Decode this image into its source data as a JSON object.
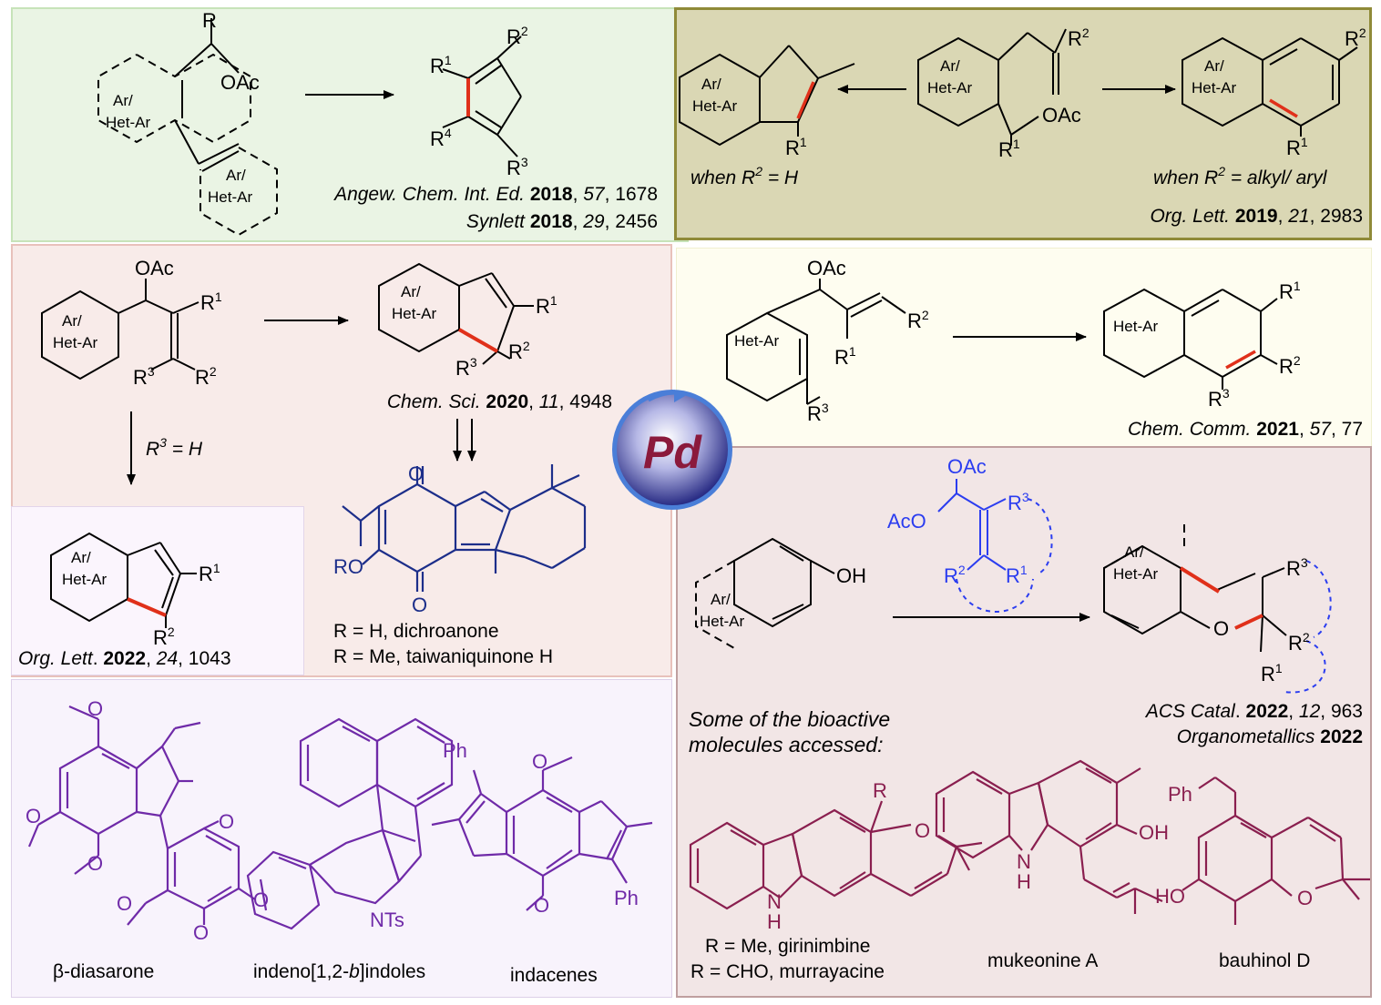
{
  "center": {
    "metal": "Pd"
  },
  "labels": {
    "ar_het_top": "Ar/",
    "ar_het_bottom": "Het-Ar",
    "het_ar": "Het-Ar",
    "oac": "OAc",
    "aco": "AcO",
    "oh": "OH",
    "ro": "RO",
    "o": "O",
    "h": "H",
    "nts": "NTs",
    "ph": "Ph",
    "r": "R",
    "r_num": "R",
    "sup1": "1",
    "sup2": "2",
    "sup3": "3",
    "sup4": "4"
  },
  "panels": {
    "green": {
      "ref1_journal": "Angew. Chem. Int. Ed.",
      "ref1_year": "2018",
      "ref1_vol": "57",
      "ref1_page": ", 1678",
      "ref2_journal": "Synlett",
      "ref2_year": "2018",
      "ref2_vol": "29",
      "ref2_page": ", 2456"
    },
    "olive": {
      "cond_left": "when R",
      "cond_left_tail": " = H",
      "cond_right": "when R",
      "cond_right_tail": " = alkyl/ aryl",
      "ref_journal": "Org. Lett.",
      "ref_year": "2019",
      "ref_vol": "21",
      "ref_page": ", 2983"
    },
    "red": {
      "cond": "R",
      "cond_tail": " = H",
      "ref_journal": "Chem. Sci.",
      "ref_year": "2020",
      "ref_vol": "11",
      "ref_page": ", 4948",
      "nat1": "R = H, dichroanone",
      "nat2": "R = Me, taiwaniquinone H"
    },
    "violet": {
      "ref_journal": "Org. Lett",
      "ref_year": "2022",
      "ref_vol": "24",
      "ref_page": ", 1043"
    },
    "yellow": {
      "ref_journal": "Chem. Comm.",
      "ref_year": "2021",
      "ref_vol": "57",
      "ref_page": ", 77"
    },
    "mauve": {
      "ref1_journal": "ACS Catal",
      "ref1_year": "2022",
      "ref1_vol": "12",
      "ref1_page": ", 963",
      "ref2_journal": "Organometallics",
      "ref2_year": "2022",
      "bioactive1": "Some of the bioactive",
      "bioactive2": "molecules accessed:",
      "cmpd1a": "R = Me, girinimbine",
      "cmpd1b": "R = CHO, murrayacine",
      "cmpd2": "mukeonine A",
      "cmpd3": "bauhinol D"
    },
    "lavender": {
      "cmpd1": "β-diasarone",
      "cmpd2_pre": "indeno[1,2-",
      "cmpd2_it": "b",
      "cmpd2_post": "]indoles",
      "cmpd3": "indacenes"
    }
  },
  "colors": {
    "bond_new": "#e0301a",
    "blue_reagent": "#2b3df0",
    "purple": "#6f2aa8",
    "maroon": "#8a1f4f",
    "navy": "#1c2e8a",
    "pd_text": "#8b1a3c"
  }
}
